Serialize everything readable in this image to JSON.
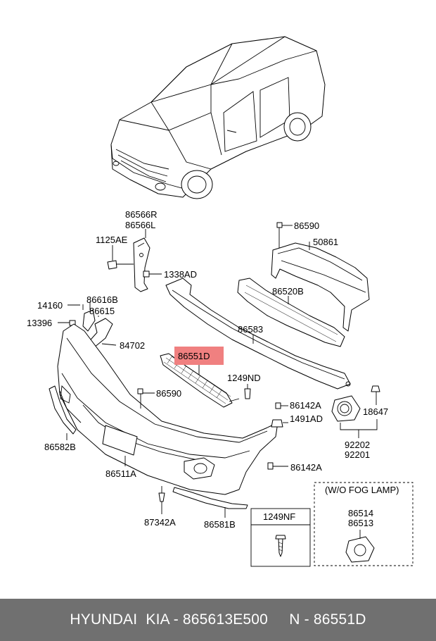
{
  "diagram": {
    "highlight_color": "#f08080",
    "highlighted_part": "86551D",
    "labels": {
      "p86566R": "86566R",
      "p86566L": "86566L",
      "p1125AE": "1125AE",
      "p1338AD": "1338AD",
      "p86590a": "86590",
      "p50861": "50861",
      "p14160": "14160",
      "p86616B": "86616B",
      "p86615": "86615",
      "p13396": "13396",
      "p84702": "84702",
      "p86520B": "86520B",
      "p86583": "86583",
      "p1249ND": "1249ND",
      "p86590b": "86590",
      "p86142Aa": "86142A",
      "p1491AD": "1491AD",
      "p18647": "18647",
      "p92202": "92202",
      "p92201": "92201",
      "p86582B": "86582B",
      "p86511A": "86511A",
      "p86142Ab": "86142A",
      "p87342A": "87342A",
      "p86581B": "86581B",
      "p1249NF": "1249NF",
      "wo_fog_lamp": "(W/O FOG LAMP)",
      "p86514": "86514",
      "p86513": "86513"
    }
  },
  "footer": {
    "text": "HYUNDAI  KIA - 865613E500     N - 86551D",
    "background": "#707070"
  }
}
